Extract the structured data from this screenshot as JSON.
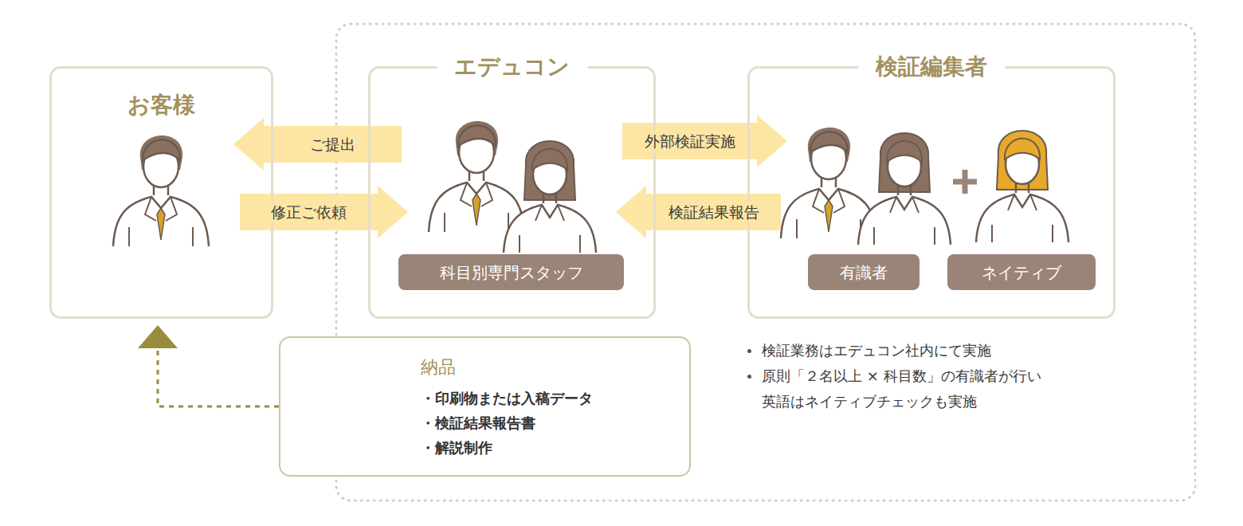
{
  "diagram": {
    "nodes": [
      {
        "text": [
          "お客様"
        ]
      },
      {
        "text": [
          "エデュコン"
        ]
      },
      {
        "text": [
          "科目別専門スタッフ"
        ],
        "in": 1
      },
      {
        "text": [
          "検証編集者"
        ]
      },
      {
        "text": [
          "有識者"
        ],
        "in": 3
      },
      {
        "text": [
          "ネイティブ"
        ],
        "in": 3
      },
      {
        "text": [
          "納品",
          "・印刷物または入稿データ",
          "・検証結果報告書",
          "・解説制作"
        ]
      }
    ],
    "edges": [
      {
        "from": 1,
        "to": 0,
        "label": "ご提出",
        "arrow": "to"
      },
      {
        "from": 0,
        "to": 1,
        "label": "修正ご依頼",
        "arrow": "to"
      },
      {
        "from": 1,
        "to": 3,
        "label": "外部検証実施",
        "arrow": "to"
      },
      {
        "from": 3,
        "to": 1,
        "label": "検証結果報告",
        "arrow": "to"
      },
      {
        "from": 6,
        "to": 0,
        "arrow": "to"
      }
    ],
    "labels": [
      "検証業務はエデュコン社内にて実施",
      "原則「２名以上 × 科目数」の有識者が行い 英語はネイティブチェックも実施"
    ]
  }
}
